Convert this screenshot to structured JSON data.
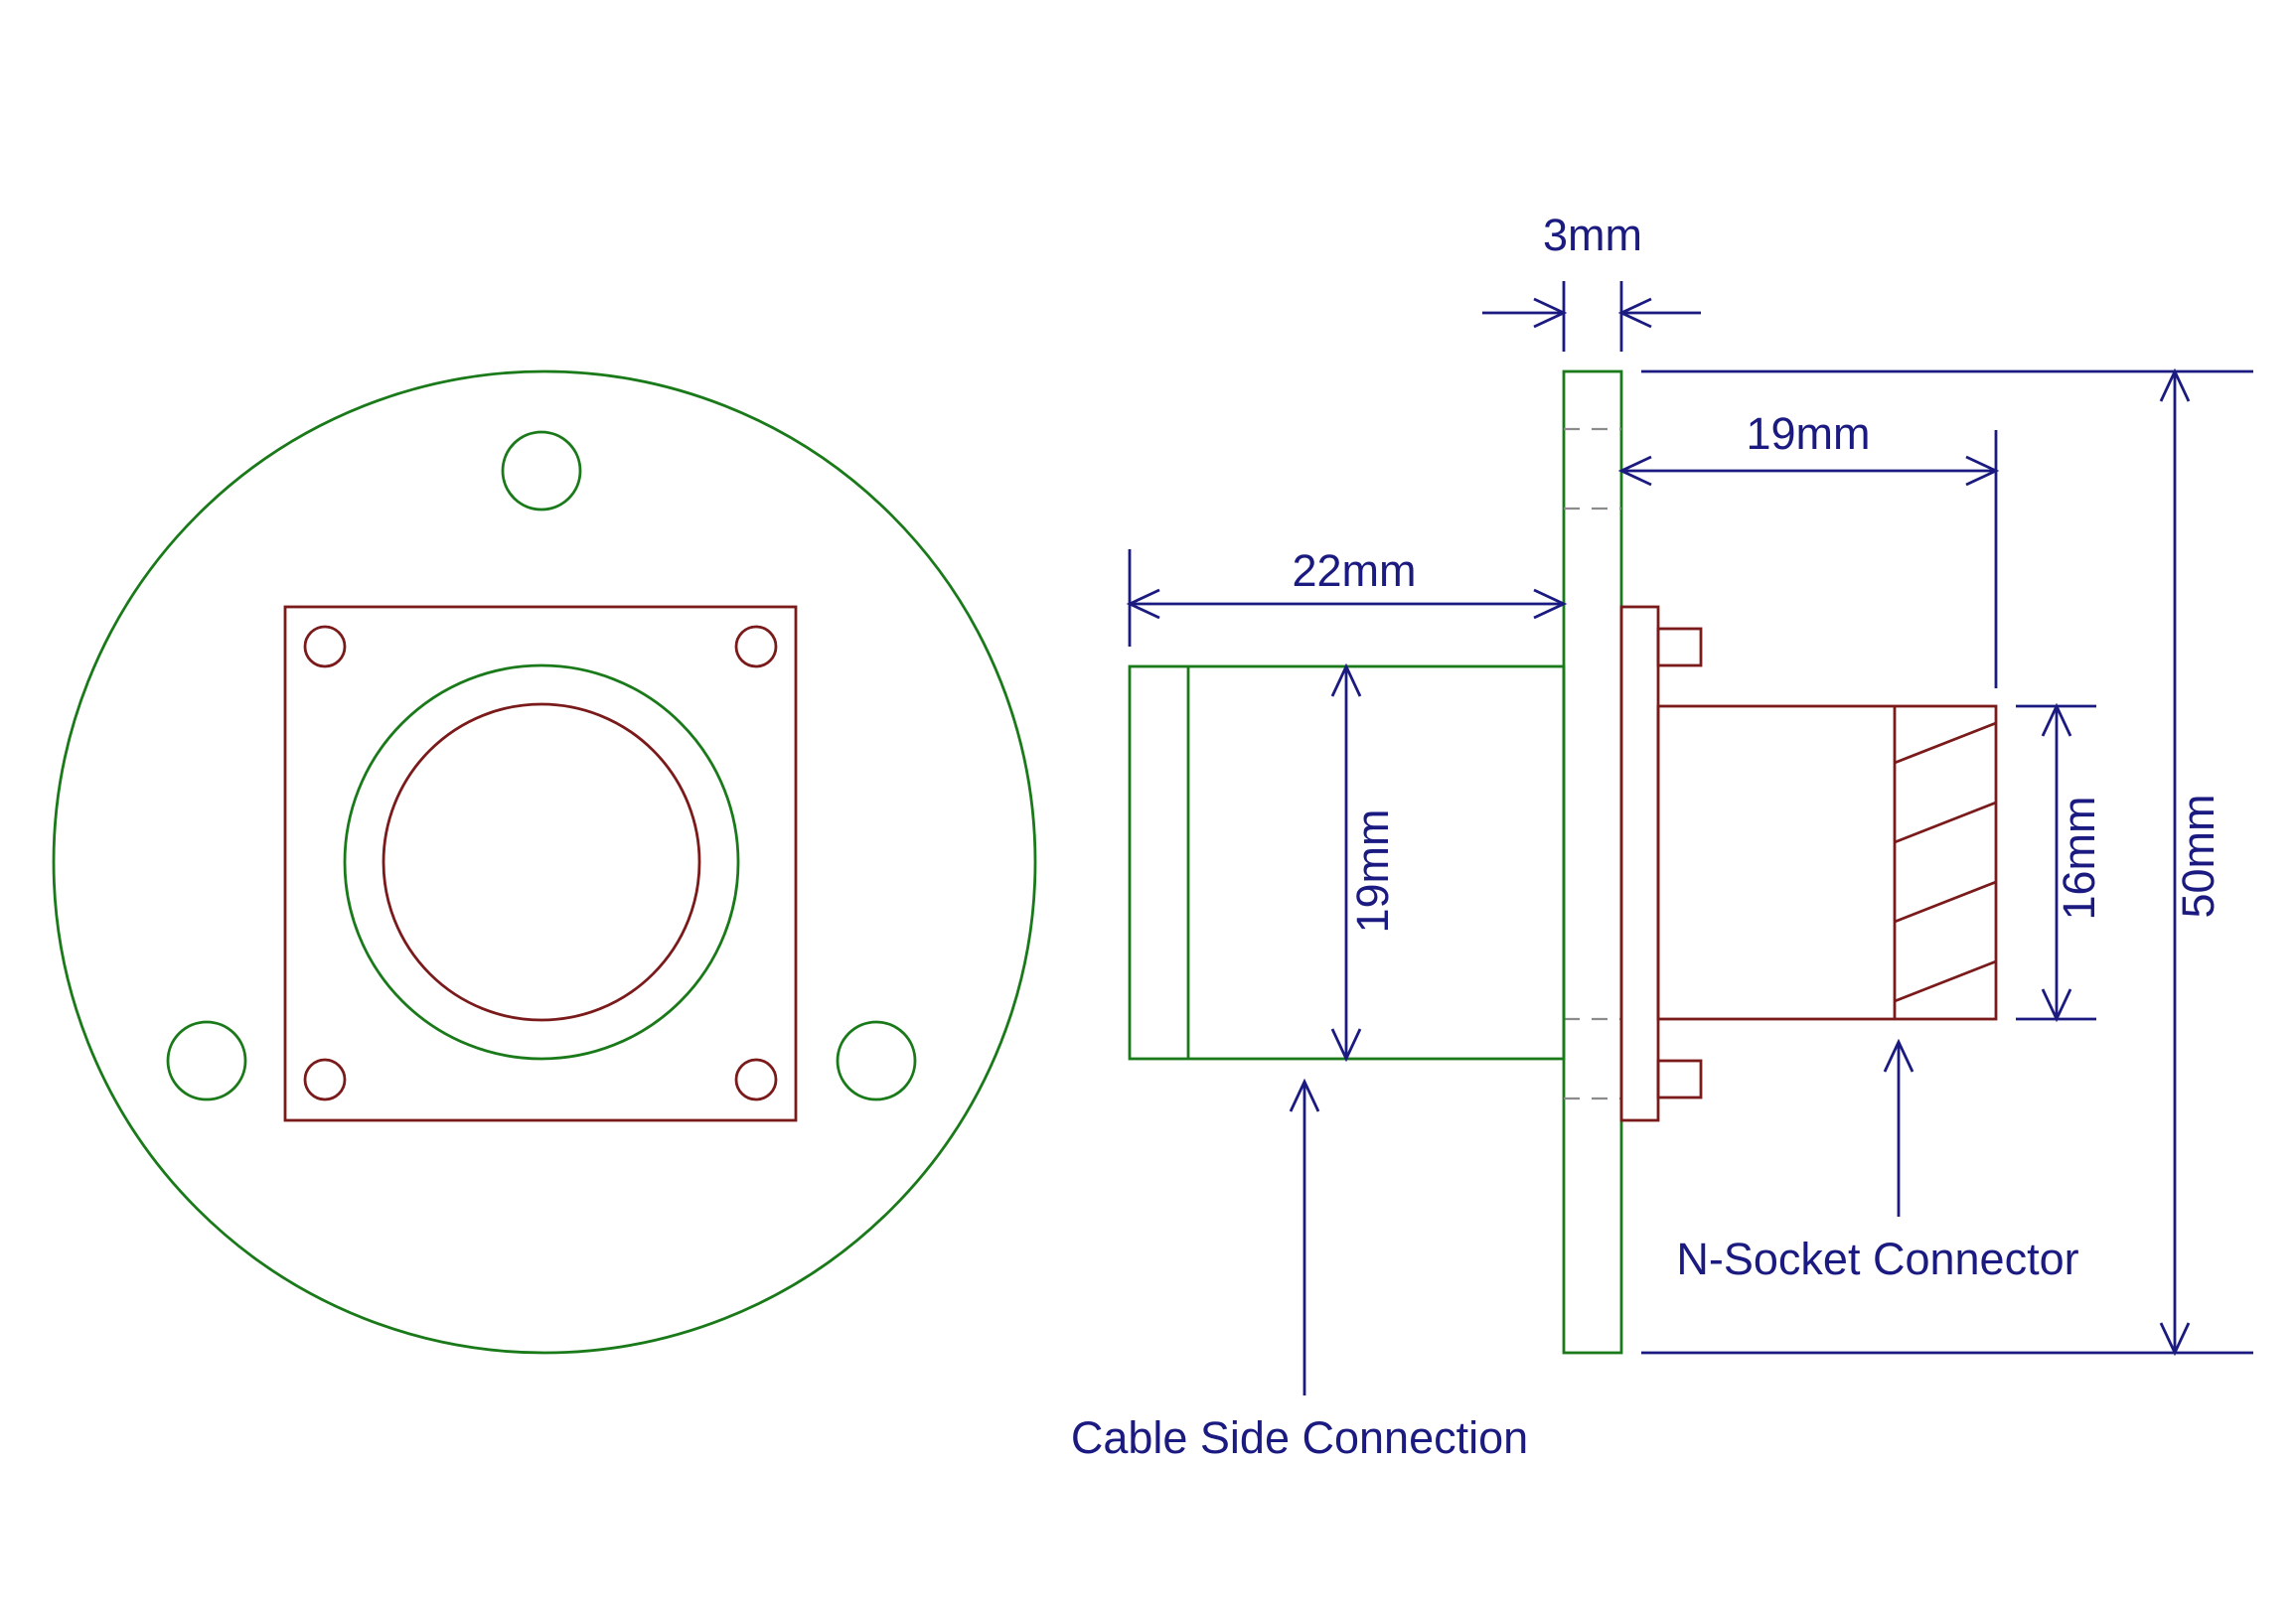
{
  "colors": {
    "green": "#1a7a1a",
    "maroon": "#7a1a1a",
    "navy": "#1a1a80",
    "grey": "#8c8c8c",
    "background": "#ffffff"
  },
  "dimensions": {
    "flange_thickness": "3mm",
    "connector_length": "19mm",
    "cable_side_length": "22mm",
    "cable_side_diameter": "19mm",
    "connector_diameter": "16mm",
    "flange_diameter": "50mm"
  },
  "callouts": {
    "n_socket": "N-Socket Connector",
    "cable_side": "Cable Side Connection"
  }
}
